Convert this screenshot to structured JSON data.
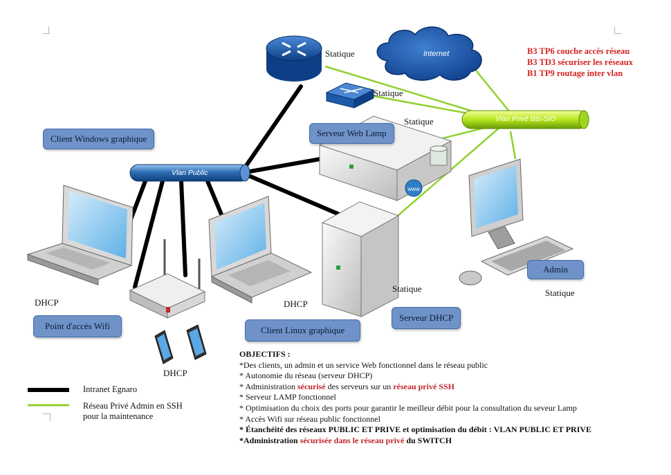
{
  "node_labels": {
    "router": "Statique",
    "switch": "Statique",
    "web_server": "Statique",
    "dhcp_server": "Statique",
    "admin_pc": "Statique",
    "laptop_windows": "DHCP",
    "laptop_linux": "DHCP",
    "tablets": "DHCP"
  },
  "clouds": {
    "internet": "Internet"
  },
  "tubes": {
    "vlan_public": "Vlan Public",
    "vlan_prive": "Vlan Privé Bts-SIO"
  },
  "callouts": {
    "client_windows": "Client Windows graphique",
    "web_server": "Serveur Web Lamp",
    "wifi": "Point d'accès Wifi",
    "client_linux": "Client Linux graphique",
    "dhcp": "Serveur DHCP",
    "admin": "Admin"
  },
  "titles": [
    "B3 TP6 couche accès réseau",
    "B3 TD3 sécuriser les réseaux",
    "B1 TP9 routage inter vlan"
  ],
  "legend": {
    "intranet": "Intranet Egnaro",
    "private_line1": "Réseau Privé Admin en SSH",
    "private_line2": "pour la maintenance"
  },
  "colors": {
    "intranet_link": "#000000",
    "private_link": "#8fd12e",
    "callout_fill": "#6f93c9",
    "title_red": "#d42222"
  },
  "objectives": {
    "heading": "OBJECTIFS :",
    "l1": "*Des clients, un admin et un service Web fonctionnel dans le réseau public",
    "l2": "* Autonomie du réseau (serveur DHCP)",
    "l3_a": "* Administration ",
    "l3_b": "sécurisé",
    "l3_c": " des serveurs sur un ",
    "l3_d": "réseau privé SSH",
    "l4": "* Serveur LAMP fonctionnel",
    "l5": "* Optimisation du choix des ports pour garantir le meilleur débit pour la consultation du seveur Lamp",
    "l6": "* Accès Wifi sur réseau public fonctionnel",
    "l7": "* Étanchéité des réseaux PUBLIC ET PRIVE et optimisation du débit :  VLAN PUBLIC ET PRIVE",
    "l8_a": "*Administration ",
    "l8_b": "sécurisée dans le réseau privé",
    "l8_c": " du  SWITCH"
  }
}
